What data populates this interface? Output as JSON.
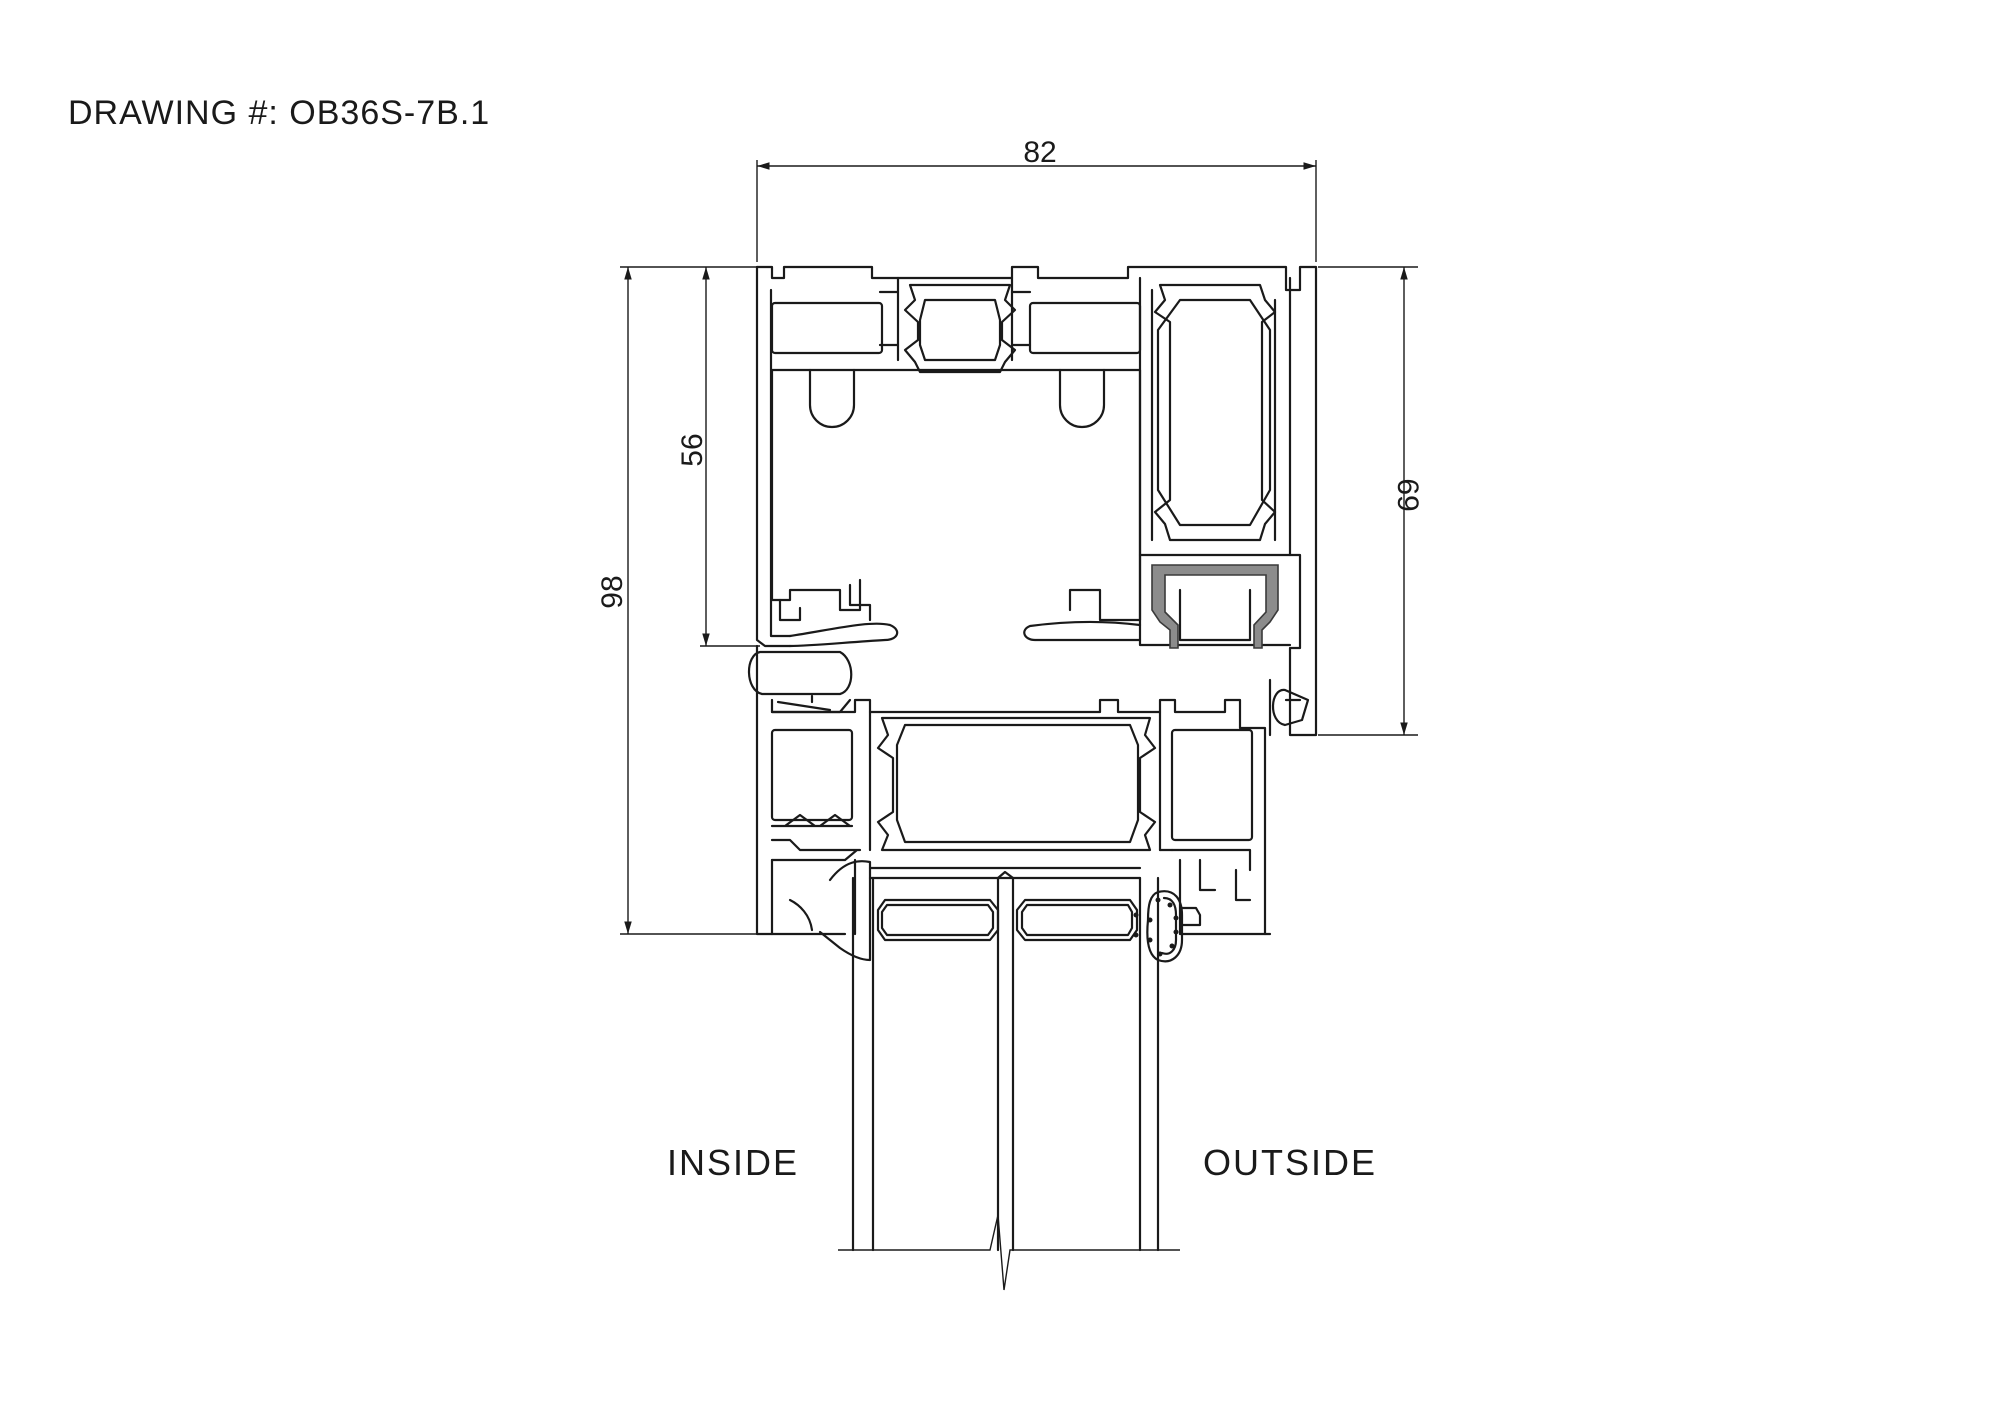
{
  "drawing": {
    "title": "DRAWING #: OB36S-7B.1",
    "dimensions": {
      "width": "82",
      "overall_height": "98",
      "upper_height": "56",
      "right_height": "69"
    },
    "labels": {
      "inside": "INSIDE",
      "outside": "OUTSIDE"
    },
    "colors": {
      "line": "#1a1a1a",
      "gasket": "#8c8c8c"
    }
  }
}
